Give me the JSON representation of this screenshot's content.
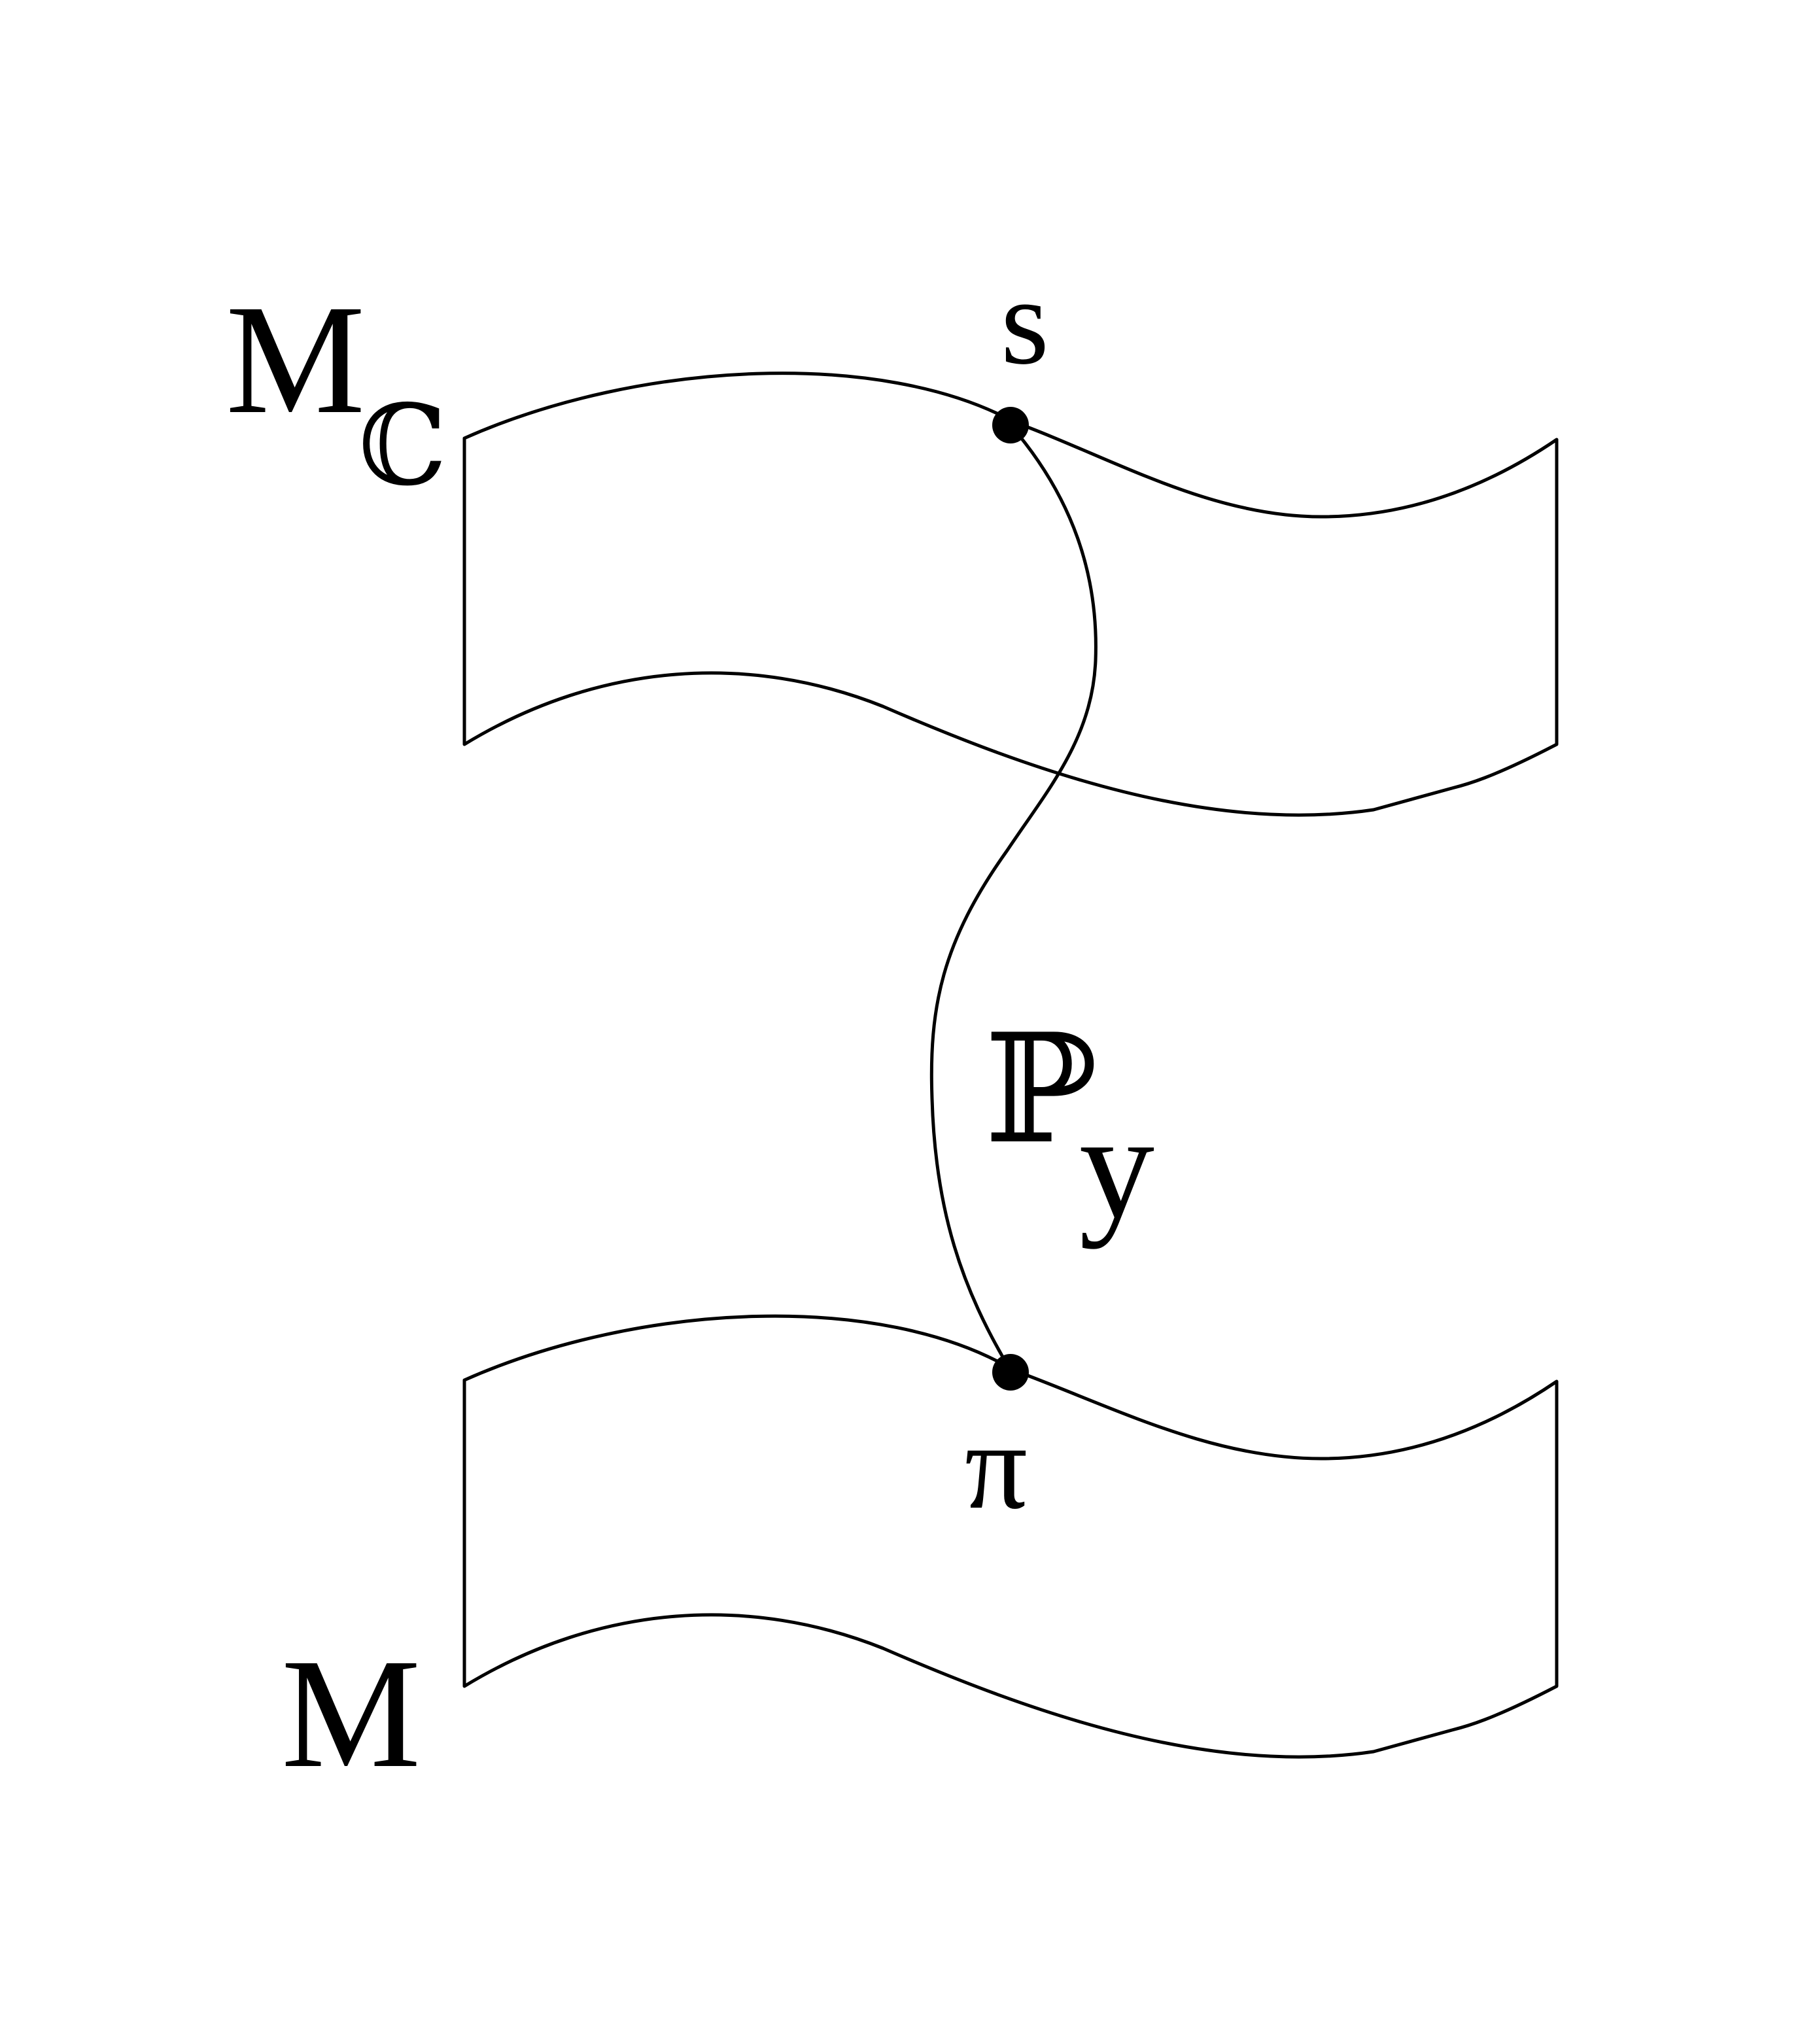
{
  "diagram": {
    "labels": {
      "top_space": "M",
      "top_space_sub": "ℂ",
      "bottom_space": "M",
      "top_point": "s",
      "bottom_point": "π",
      "fiber": "ℙ",
      "fiber_sub": "y"
    },
    "colors": {
      "stroke": "#000000",
      "background": "#ffffff"
    }
  }
}
